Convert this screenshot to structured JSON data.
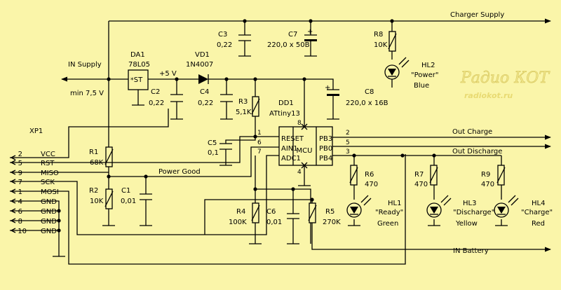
{
  "nets": {
    "charger_supply": "Charger Supply",
    "in_supply": "IN Supply",
    "min_voltage": "min 7,5 V",
    "plus5v": "+5 V",
    "power_good": "Power Good",
    "out_charge": "Out Charge",
    "out_discharge": "Out Discharge",
    "in_battery": "IN Battery"
  },
  "components": {
    "da1": {
      "ref": "DA1",
      "value": "78L05",
      "body": "ST"
    },
    "vd1": {
      "ref": "VD1",
      "value": "1N4007"
    },
    "c2": {
      "ref": "C2",
      "value": "0,22"
    },
    "c3": {
      "ref": "C3",
      "value": "0,22"
    },
    "c4": {
      "ref": "C4",
      "value": "0,22"
    },
    "c5": {
      "ref": "C5",
      "value": "0,1"
    },
    "c6": {
      "ref": "C6",
      "value": "0,01"
    },
    "c7": {
      "ref": "C7",
      "value": "220,0 x 50B"
    },
    "c8": {
      "ref": "C8",
      "value": "220,0 x 16B"
    },
    "c1": {
      "ref": "C1",
      "value": "0,01"
    },
    "r1": {
      "ref": "R1",
      "value": "68K"
    },
    "r2": {
      "ref": "R2",
      "value": "10K"
    },
    "r3": {
      "ref": "R3",
      "value": "5,1K"
    },
    "r4": {
      "ref": "R4",
      "value": "100K"
    },
    "r5": {
      "ref": "R5",
      "value": "270K"
    },
    "r6": {
      "ref": "R6",
      "value": "470"
    },
    "r7": {
      "ref": "R7",
      "value": "470"
    },
    "r8": {
      "ref": "R8",
      "value": "10K"
    },
    "r9": {
      "ref": "R9",
      "value": "470"
    },
    "dd1": {
      "ref": "DD1",
      "value": "ATtiny13",
      "core": "MCU",
      "left_pins": [
        "RESET",
        "AIN1",
        "ADC1"
      ],
      "right_pins": [
        "PB3",
        "PB0",
        "PB4"
      ],
      "pin_numbers": {
        "reset": "1",
        "ain1": "6",
        "adc1": "7",
        "vcc": "8",
        "gnd": "4",
        "pb3": "2",
        "pb0": "5",
        "pb4": "3"
      }
    },
    "hl1": {
      "ref": "HL1",
      "name": "\"Ready\"",
      "color": "Green"
    },
    "hl2": {
      "ref": "HL2",
      "name": "\"Power\"",
      "color": "Blue"
    },
    "hl3": {
      "ref": "HL3",
      "name": "\"Discharge\"",
      "color": "Yellow"
    },
    "hl4": {
      "ref": "HL4",
      "name": "\"Charge\"",
      "color": "Red"
    }
  },
  "connector": {
    "ref": "XP1",
    "pins": [
      {
        "num": "2",
        "name": "VCC"
      },
      {
        "num": "5",
        "name": "RST"
      },
      {
        "num": "9",
        "name": "MISO"
      },
      {
        "num": "7",
        "name": "SCK"
      },
      {
        "num": "1",
        "name": "MOSI"
      },
      {
        "num": "4",
        "name": "GND"
      },
      {
        "num": "6",
        "name": "GND"
      },
      {
        "num": "8",
        "name": "GND"
      },
      {
        "num": "10",
        "name": "GND"
      }
    ]
  },
  "watermark": {
    "line1": "Радио КОТ",
    "line2": "radiokot.ru"
  },
  "colors": {
    "background": "#faf5a9",
    "wire": "#000000"
  }
}
